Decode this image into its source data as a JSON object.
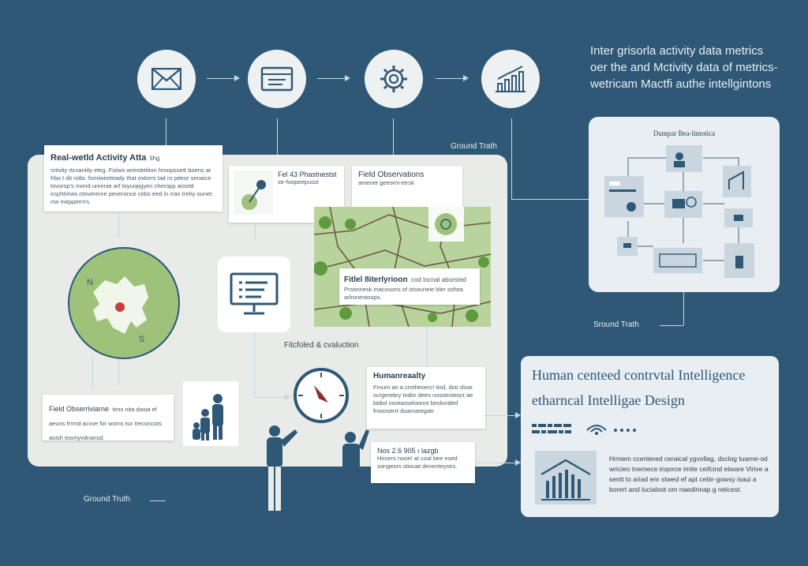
{
  "header": {
    "lines": [
      "Inter grisorla activity data metrics",
      "oer the and Mctivity data of metrics-",
      "wetricam Mactfi authe intellgintons"
    ]
  },
  "icons": {
    "flow": [
      "envelope-icon",
      "document-icon",
      "gear-icon",
      "bar-chart-icon"
    ]
  },
  "labels": {
    "ground_truth_top": "Ground Trath",
    "ground_truth_right": "Sround Trath",
    "ground_truth_bottom": "Ground Truth",
    "predicted_evaluation": "Fitcfoled & cvaluction"
  },
  "cards": {
    "realworld": {
      "title": "Real-wetld Activity Atta",
      "title_suffix": "lihg",
      "body": "rctivity rtcvanlity eteg. Fisiws wrestetition hroopsoett boens at frbo t dit rotbi. fomiwiroteady that extorrs tait ro piteor senaice tovorsp's mond unnrnie arf toyuopgyen cheropp arovtd irsphtrews ctoverenre peveronce cebs eed in rran trehy ounet. rrw mepperrrrs."
    },
    "fel": {
      "title": "Fel 43 Phastnestst",
      "body": "str-foopeepusst"
    },
    "field_obs": {
      "title": "Field Observations",
      "body": "amenet geeorni-etrsk"
    },
    "map_label": {
      "title": "Fitlel 8iterlyrioon",
      "title_suffix": "cod tocnal aborsted",
      "body": "Prsonnesk macosons of stsouneie bler sofsta arlronestoops."
    },
    "field_observ": {
      "title": "Field Obserriviarne",
      "body": "tims nita dasia ef aeuns frrrnd acvve for woms tsx treconcots aoish tosmyvdnansd."
    },
    "human_reality": {
      "title": "Humanreaalty",
      "body": "Fmum an a crotheoerc! tisd, doo dsse scrgerebry tndor dees nosotroieoct ae bidiol nootasseloonnt beslonded froooserrt duamaregatr."
    },
    "nos": {
      "title": "Nos 2.6 905 ı lazgb",
      "body": "Hrisers nooe! at coal bee esed songeors stiouat deventeyses."
    }
  },
  "right_panel": {
    "title": "Dumpar Bea-limotica"
  },
  "human_panel": {
    "title_line1": "Human centeed contrvtal Intelligence",
    "title_line2": "etharncal Intelligae Design",
    "body": "Hrmem  ccentered  ceraical  ygvollag,  dsclog tuarne-od wricieo tnemece inqorce imite ceifcind etware Virive a sentt to ariad enr stwed ef apt cebir-gowsy isaui a borert and lucialoot om naedinnap g reticest."
  },
  "colors": {
    "background": "#2f5877",
    "panel": "#e9ebe8",
    "accent_green": "#9ec27a",
    "accent_red": "#cc3b3b"
  }
}
